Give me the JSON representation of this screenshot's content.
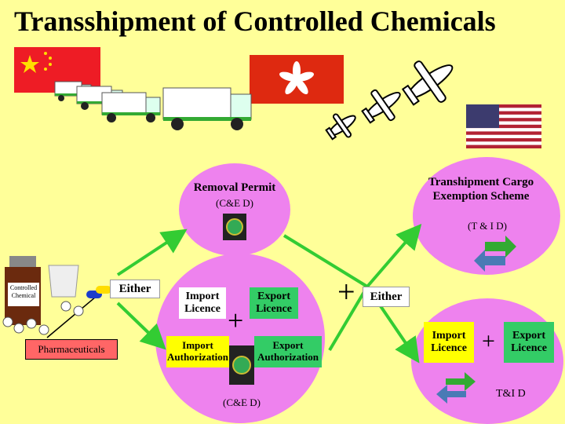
{
  "title": "Transshipment of Controlled Chemicals",
  "removal": {
    "title": "Removal Permit",
    "sub": "(C&E D)"
  },
  "tcs": {
    "title": "Transhipment Cargo Exemption Scheme",
    "sub": "(T & I D)"
  },
  "center": {
    "import_licence": "Import Licence",
    "export_licence": "Export Licence",
    "import_auth": "Import Authorization",
    "export_auth": "Export Authorization",
    "plus": "+",
    "sub": "(C&E D)"
  },
  "left": {
    "bottle_label": "Controlled Chemical",
    "pharma": "Pharmaceuticals",
    "either": "Either"
  },
  "right": {
    "either": "Either",
    "plus_mid": "+",
    "import_licence": "Import Licence",
    "export_licence": "Export Licence",
    "plus": "+",
    "tid": "T&I D"
  },
  "colors": {
    "background": "#ffff99",
    "circle": "#ee82ee",
    "arrow": "#33cc33",
    "import_box": "#ffff00",
    "export_box": "#33cc66",
    "pharma_box": "#ff6666"
  }
}
